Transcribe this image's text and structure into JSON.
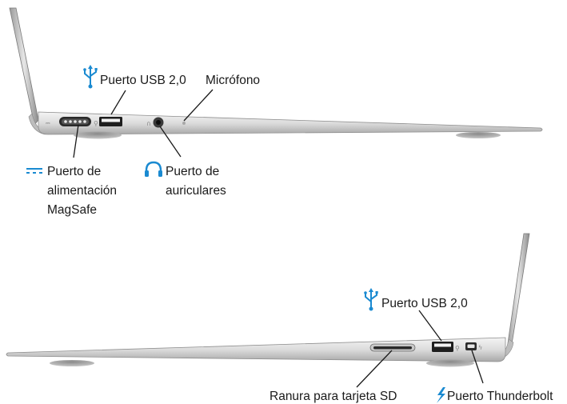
{
  "labels": {
    "usb_top": "Puerto USB 2,0",
    "mic": "Micrófono",
    "magsafe_l1": "Puerto de",
    "magsafe_l2": "alimentación",
    "magsafe_l3": "MagSafe",
    "headphone_l1": "Puerto de",
    "headphone_l2": "auriculares",
    "usb_bottom": "Puerto USB 2,0",
    "sd": "Ranura para tarjeta SD",
    "thunderbolt": "Puerto Thunderbolt"
  },
  "icons": [
    "usb-icon",
    "power-dc-icon",
    "headphones-icon",
    "thunderbolt-icon"
  ],
  "colors": {
    "accent": "#1a8ad1",
    "text": "#1a1a1a",
    "line": "#1a1a1a"
  }
}
